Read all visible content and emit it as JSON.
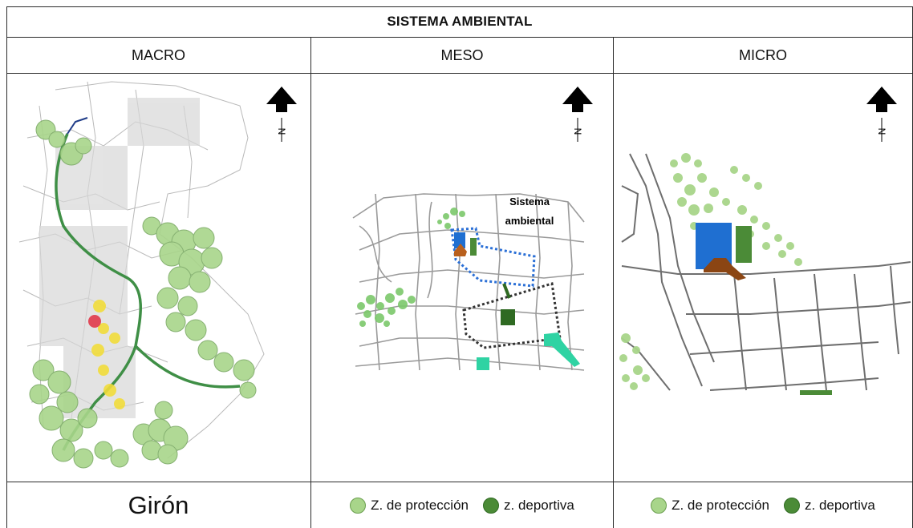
{
  "title": "SISTEMA AMBIENTAL",
  "columns": [
    {
      "label": "MACRO"
    },
    {
      "label": "MESO"
    },
    {
      "label": "MICRO"
    }
  ],
  "meso_map_label": {
    "line1": "Sistema",
    "line2": "ambiental"
  },
  "north_letter": "N",
  "footer": {
    "macro_place": "Girón",
    "legend_protection": "Z. de protección",
    "legend_sports": "z. deportiva"
  },
  "colors": {
    "protection_zone": "#a8d58a",
    "sports_zone": "#4b8b37",
    "river": "#3f8f46",
    "water_body": "#1f6fd1",
    "built_area": "#8b4513",
    "highlight_yellow": "#f1dc3a",
    "highlight_red": "#e0394a",
    "teal_path": "#2fd3a3"
  },
  "icons": [
    "north-arrow-icon",
    "legend-dot-icon"
  ]
}
